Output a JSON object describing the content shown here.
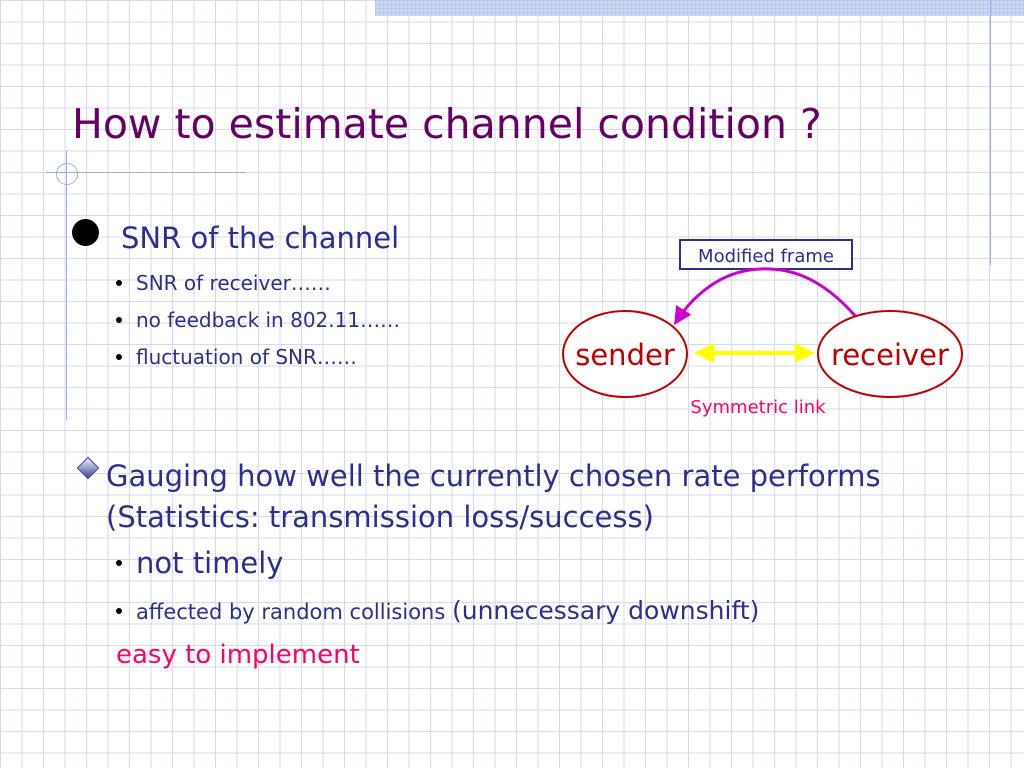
{
  "title": "How to estimate channel condition ?",
  "section1": {
    "heading": "SNR of the channel",
    "items": [
      "SNR of receiver……",
      "no feedback in 802.11……",
      "fluctuation of SNR……"
    ]
  },
  "diagram": {
    "frame_label": "Modified frame",
    "sender": "sender",
    "receiver": "receiver",
    "link_label": "Symmetric link",
    "colors": {
      "node_border": "#c00000",
      "node_text": "#c00000",
      "arc": "#cc00cc",
      "link": "#ffff00",
      "link_label": "#ff0066",
      "frame_border": "#2e2e8f"
    }
  },
  "section2": {
    "heading": "Gauging how well the currently chosen rate performs (Statistics: transmission loss/success)",
    "items": [
      {
        "text": "not timely"
      },
      {
        "text": "affected by random collisions ",
        "emphasis": "(unnecessary downshift)"
      }
    ],
    "note": "easy to implement"
  }
}
